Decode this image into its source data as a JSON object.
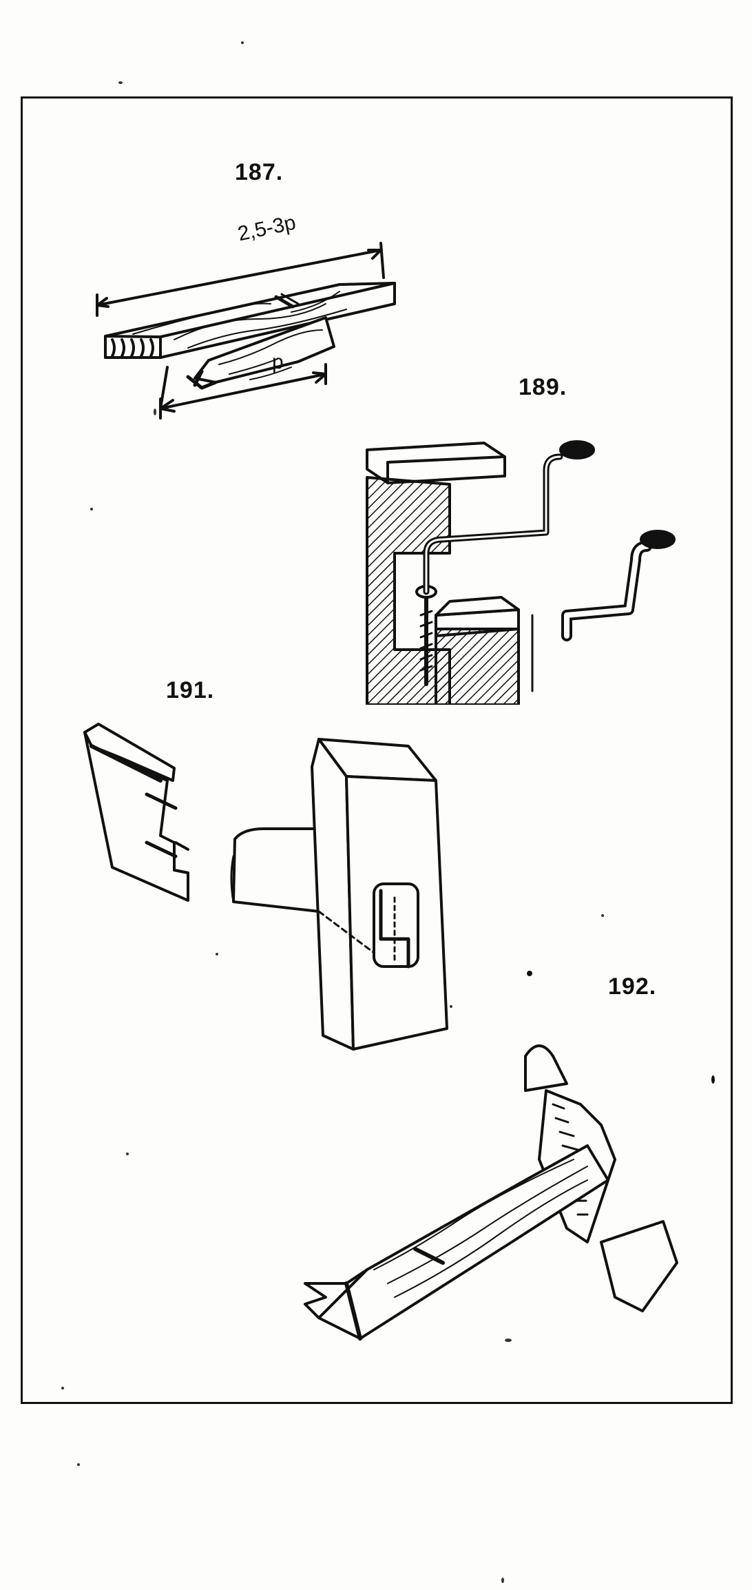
{
  "figures": [
    {
      "id": "fig-187",
      "label": "187.",
      "dimensions": {
        "overall": "2,5-3p",
        "overlap": "p"
      }
    },
    {
      "id": "fig-189",
      "label": "189."
    },
    {
      "id": "fig-191",
      "label": "191."
    },
    {
      "id": "fig-192",
      "label": "192."
    }
  ],
  "colors": {
    "ink": "#111111",
    "paper": "#fdfdfb"
  }
}
